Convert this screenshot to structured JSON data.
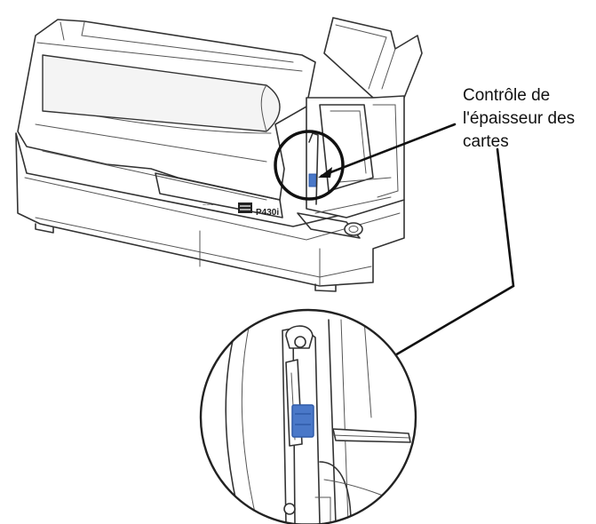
{
  "callout": {
    "lines": [
      "Contrôle de",
      "l'épaisseur des",
      "cartes"
    ]
  },
  "printer": {
    "model_label": "P430i"
  },
  "colors": {
    "lever": "#4a78c8",
    "lever_dark": "#2f5aa8",
    "outline": "#333333"
  },
  "icons": {
    "brand_logo": "zebra-logo-icon"
  }
}
